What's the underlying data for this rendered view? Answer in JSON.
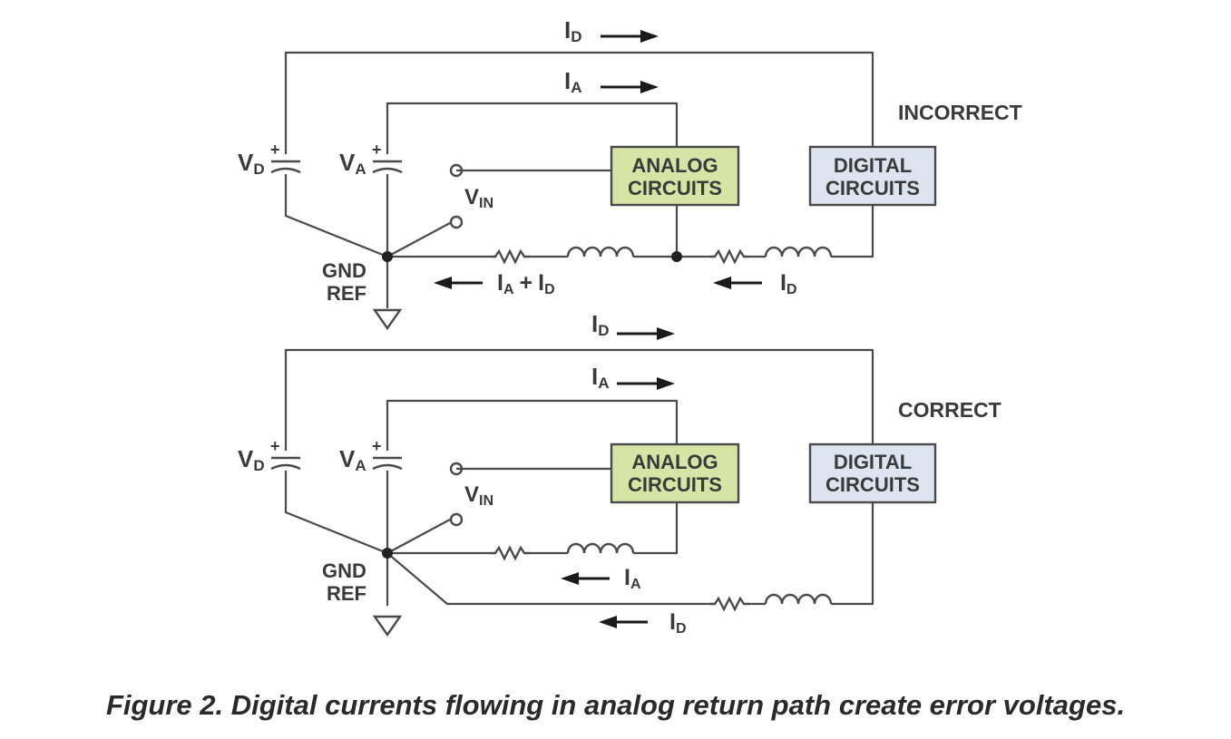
{
  "panels": {
    "incorrect": {
      "title": "INCORRECT",
      "top_current": "I",
      "top_current_sub": "D",
      "analog_current": "I",
      "analog_current_sub": "A",
      "vd_label": "V",
      "vd_sub": "D",
      "va_label": "V",
      "va_sub": "A",
      "vin_label": "V",
      "vin_sub": "IN",
      "gnd_line1": "GND",
      "gnd_line2": "REF",
      "analog_box_line1": "ANALOG",
      "analog_box_line2": "CIRCUITS",
      "digital_box_line1": "DIGITAL",
      "digital_box_line2": "CIRCUITS",
      "return_current_a": "I",
      "return_current_a_sub": "A",
      "return_plus": "+",
      "return_current_d": "I",
      "return_current_d_sub": "D",
      "digital_return": "I",
      "digital_return_sub": "D"
    },
    "correct": {
      "title": "CORRECT",
      "top_current": "I",
      "top_current_sub": "D",
      "analog_current": "I",
      "analog_current_sub": "A",
      "vd_label": "V",
      "vd_sub": "D",
      "va_label": "V",
      "va_sub": "A",
      "vin_label": "V",
      "vin_sub": "IN",
      "gnd_line1": "GND",
      "gnd_line2": "REF",
      "analog_box_line1": "ANALOG",
      "analog_box_line2": "CIRCUITS",
      "digital_box_line1": "DIGITAL",
      "digital_box_line2": "CIRCUITS",
      "analog_return": "I",
      "analog_return_sub": "A",
      "digital_return": "I",
      "digital_return_sub": "D"
    }
  },
  "colors": {
    "analog_box_fill": "#d6e4a5",
    "digital_box_fill": "#dde4f0",
    "wire": "#4a4a4a"
  },
  "caption": "Figure 2. Digital currents flowing in analog return path create error voltages."
}
